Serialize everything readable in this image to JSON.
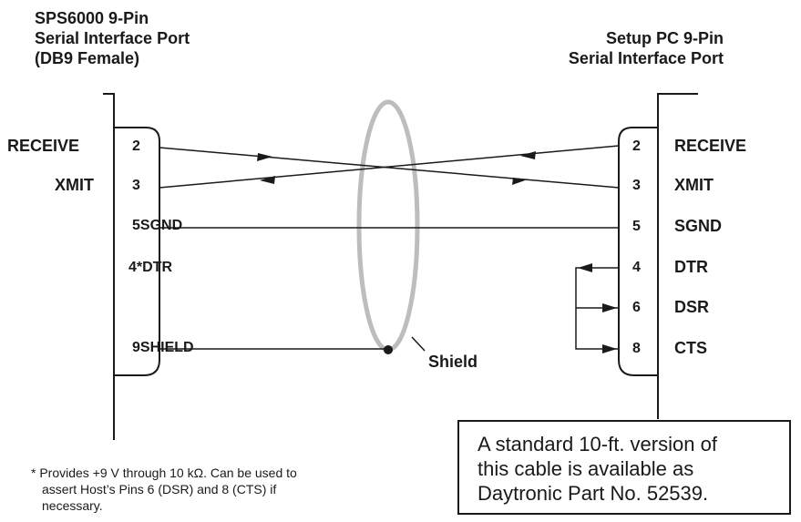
{
  "left_port": {
    "title_lines": [
      "SPS6000 9-Pin",
      "Serial Interface Port",
      "(DB9 Female)"
    ],
    "signals": [
      {
        "name": "RECEIVE",
        "pin": "2"
      },
      {
        "name": "XMIT",
        "pin": "3"
      }
    ],
    "inner_labels": [
      "5SGND",
      "4*DTR",
      "9SHIELD"
    ]
  },
  "right_port": {
    "title_lines": [
      "Setup PC 9-Pin",
      "Serial Interface Port"
    ],
    "signals": [
      {
        "pin": "2",
        "name": "RECEIVE"
      },
      {
        "pin": "3",
        "name": "XMIT"
      },
      {
        "pin": "5",
        "name": "SGND"
      },
      {
        "pin": "4",
        "name": "DTR"
      },
      {
        "pin": "6",
        "name": "DSR"
      },
      {
        "pin": "8",
        "name": "CTS"
      }
    ]
  },
  "shield_label": "Shield",
  "footnote_lines": [
    "* Provides +9 V through 10 kΩ.  Can be used to",
    "assert Host’s Pins 6 (DSR) and 8 (CTS) if",
    "necessary."
  ],
  "note_lines": [
    "A standard 10-ft. version of",
    "this cable is available as",
    "Daytronic Part No. 52539."
  ],
  "colors": {
    "line": "#1a1a1a",
    "cable_ring": "#bdbdbd"
  }
}
